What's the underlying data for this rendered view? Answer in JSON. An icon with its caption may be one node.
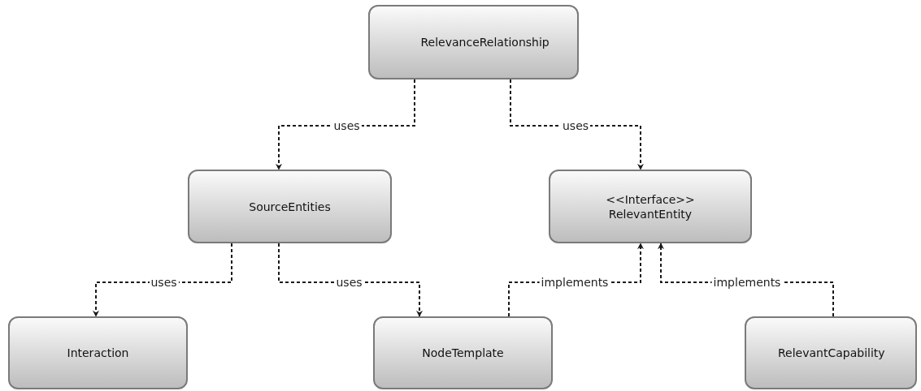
{
  "diagram": {
    "nodes": [
      {
        "text": [
          "RelevanceRelationship"
        ]
      },
      {
        "text": [
          "SourceEntities"
        ]
      },
      {
        "text": [
          "<<Interface>> RelevantEntity"
        ]
      },
      {
        "text": [
          "Interaction"
        ]
      },
      {
        "text": [
          "NodeTemplate"
        ]
      },
      {
        "text": [
          "RelevantCapability"
        ]
      }
    ],
    "edges": [
      {
        "from": 0,
        "to": 1,
        "arrow": "to",
        "label": "uses",
        "style": "dashed"
      },
      {
        "from": 0,
        "to": 2,
        "arrow": "to",
        "label": "uses",
        "style": "dashed"
      },
      {
        "from": 1,
        "to": 3,
        "arrow": "to",
        "label": "uses",
        "style": "dashed"
      },
      {
        "from": 1,
        "to": 4,
        "arrow": "to",
        "label": "uses",
        "style": "dashed"
      },
      {
        "from": 4,
        "to": 2,
        "arrow": "to",
        "label": "implements",
        "style": "dashed"
      },
      {
        "from": 5,
        "to": 2,
        "arrow": "to",
        "label": "implements",
        "style": "dashed"
      }
    ]
  }
}
